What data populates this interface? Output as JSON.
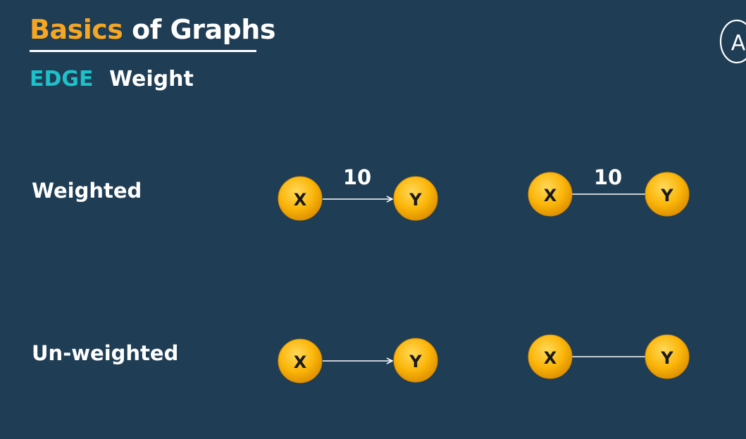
{
  "title": {
    "accent": "Basics",
    "rest": "of Graphs"
  },
  "subtitle": {
    "topic": "EDGE",
    "subtopic": "Weight"
  },
  "rows": {
    "weighted": {
      "label": "Weighted"
    },
    "unweighted": {
      "label": "Un-weighted"
    }
  },
  "diagrams": {
    "weighted_directed": {
      "from": "X",
      "to": "Y",
      "weight": "10"
    },
    "weighted_undirected": {
      "from": "X",
      "to": "Y",
      "weight": "10"
    },
    "unweighted_directed": {
      "from": "X",
      "to": "Y"
    },
    "unweighted_undirected": {
      "from": "X",
      "to": "Y"
    }
  },
  "corner_mark": "A",
  "colors": {
    "background": "#1f3d54",
    "accent": "#f5a623",
    "edge_label": "#1ec0c9",
    "node_fill": "#fbb60a",
    "text_white": "#ffffff"
  }
}
